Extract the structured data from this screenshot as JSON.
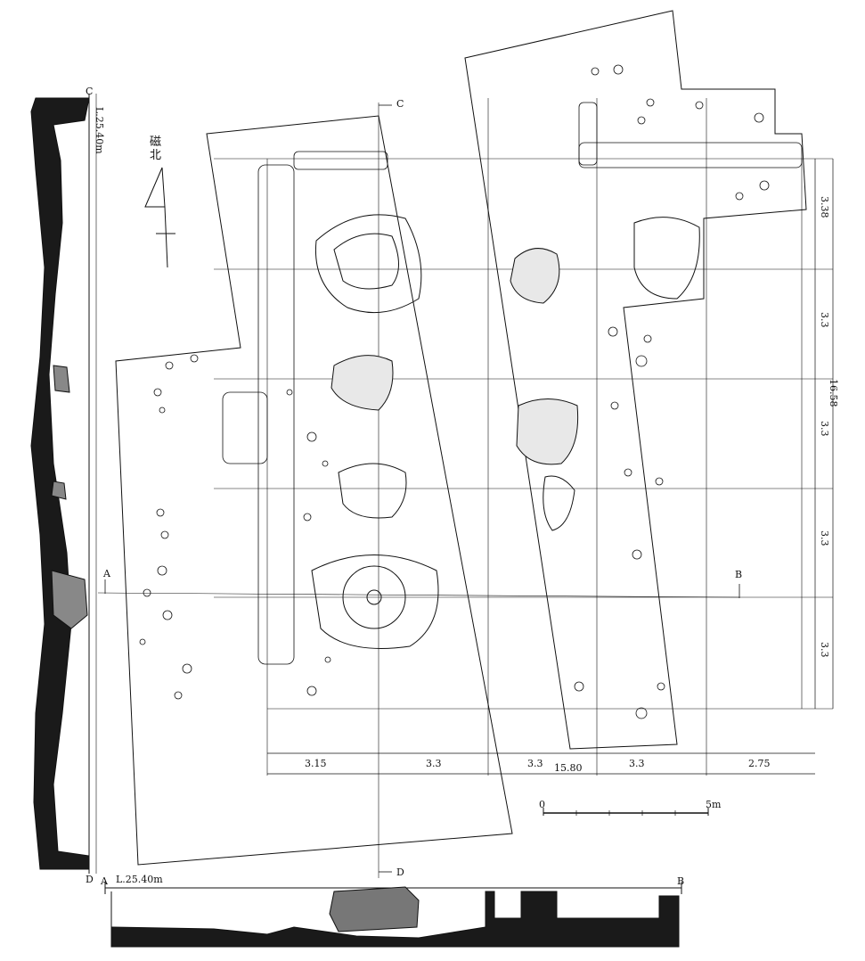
{
  "north_arrow": {
    "label": "磁北"
  },
  "section_lines": {
    "a_start": "A",
    "b_end": "B",
    "c_top": "C",
    "d_bottom": "D",
    "a_marker": "A",
    "b_marker": "B",
    "c_marker": "C",
    "d_marker": "D"
  },
  "profile_ab": {
    "start": "A",
    "end": "B",
    "datum": "L.25.40m"
  },
  "profile_cd": {
    "start": "C",
    "end": "D",
    "datum": "L.25.40m"
  },
  "horizontal_dims": {
    "segments": [
      "3.15",
      "3.3",
      "3.3",
      "3.3",
      "2.75"
    ],
    "total": "15.80"
  },
  "vertical_dims": {
    "segments": [
      "3.38",
      "3.3",
      "3.3",
      "3.3",
      "3.3"
    ],
    "total": "16.58"
  },
  "scale_bar": {
    "zero": "0",
    "end": "5m"
  }
}
